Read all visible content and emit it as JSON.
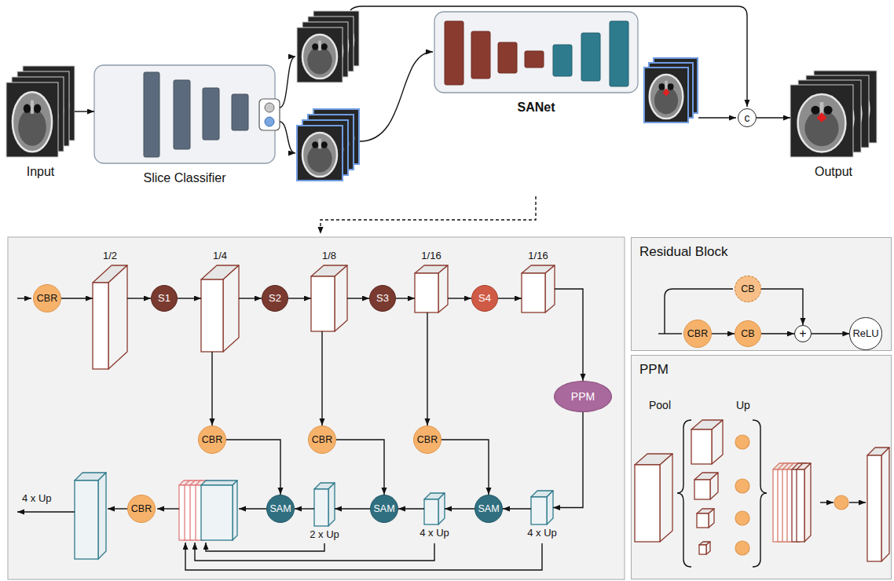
{
  "diagram": {
    "nodes": [
      {
        "text": [
          "Input"
        ]
      },
      {
        "text": [
          "Slice Classifier"
        ]
      },
      {
        "text": [
          "SANet"
        ]
      },
      {
        "text": [
          "c"
        ]
      },
      {
        "text": [
          "Output"
        ]
      },
      {
        "text": [
          "CBR"
        ]
      },
      {
        "text": [
          "1/2"
        ]
      },
      {
        "text": [
          "S1"
        ]
      },
      {
        "text": [
          "1/4"
        ]
      },
      {
        "text": [
          "S2"
        ]
      },
      {
        "text": [
          "1/8"
        ]
      },
      {
        "text": [
          "S3"
        ]
      },
      {
        "text": [
          "1/16"
        ]
      },
      {
        "text": [
          "S4"
        ]
      },
      {
        "text": [
          "1/16"
        ]
      },
      {
        "text": [
          "PPM"
        ]
      },
      {
        "text": [
          "CBR"
        ]
      },
      {
        "text": [
          "CBR"
        ]
      },
      {
        "text": [
          "CBR"
        ]
      },
      {
        "text": [
          "SAM"
        ]
      },
      {
        "text": [
          "SAM"
        ]
      },
      {
        "text": [
          "SAM"
        ]
      },
      {
        "text": [
          "2 x Up"
        ]
      },
      {
        "text": [
          "4 x Up"
        ]
      },
      {
        "text": [
          "4 x Up"
        ]
      },
      {
        "text": [
          "CBR"
        ]
      },
      {
        "text": [
          "Residual Block"
        ]
      },
      {
        "text": [
          "CB"
        ],
        "in": 26
      },
      {
        "text": [
          "CBR"
        ],
        "in": 26
      },
      {
        "text": [
          "CB"
        ],
        "in": 26
      },
      {
        "text": [
          "+"
        ],
        "in": 26
      },
      {
        "text": [
          "ReLU"
        ],
        "in": 26
      },
      {
        "text": [
          "PPM"
        ]
      }
    ],
    "edges": [
      {
        "from": 0,
        "to": 1,
        "arrow": "to"
      },
      {
        "from": 3,
        "to": 4,
        "arrow": "to"
      },
      {
        "from": 5,
        "to": 6,
        "arrow": "to"
      },
      {
        "from": 6,
        "to": 7,
        "arrow": "to"
      },
      {
        "from": 7,
        "to": 8,
        "arrow": "to"
      },
      {
        "from": 8,
        "to": 9,
        "arrow": "to"
      },
      {
        "from": 9,
        "to": 10,
        "arrow": "to"
      },
      {
        "from": 10,
        "to": 11,
        "arrow": "to"
      },
      {
        "from": 11,
        "to": 12,
        "arrow": "to"
      },
      {
        "from": 12,
        "to": 13,
        "arrow": "to"
      },
      {
        "from": 13,
        "to": 14,
        "arrow": "to"
      },
      {
        "from": 14,
        "to": 15,
        "arrow": "to"
      },
      {
        "from": 15,
        "to": 24,
        "arrow": "to"
      },
      {
        "from": 8,
        "to": 16,
        "arrow": "to"
      },
      {
        "from": 10,
        "to": 17,
        "arrow": "to"
      },
      {
        "from": 12,
        "to": 18,
        "arrow": "to"
      },
      {
        "from": 16,
        "to": 19,
        "arrow": "to"
      },
      {
        "from": 17,
        "to": 20,
        "arrow": "to"
      },
      {
        "from": 18,
        "to": 21,
        "arrow": "to"
      },
      {
        "from": 24,
        "to": 21,
        "arrow": "to"
      },
      {
        "from": 21,
        "to": 23,
        "arrow": "to"
      },
      {
        "from": 23,
        "to": 20,
        "arrow": "to"
      },
      {
        "from": 20,
        "to": 22,
        "arrow": "to"
      },
      {
        "from": 22,
        "to": 19,
        "arrow": "to"
      },
      {
        "from": 28,
        "to": 29,
        "arrow": "to"
      },
      {
        "from": 29,
        "to": 30,
        "arrow": "to"
      },
      {
        "from": 30,
        "to": 31,
        "arrow": "to"
      },
      {
        "from": 27,
        "to": 30,
        "arrow": "to"
      }
    ],
    "labels": [
      "4 x Up",
      "Pool",
      "Up"
    ]
  }
}
